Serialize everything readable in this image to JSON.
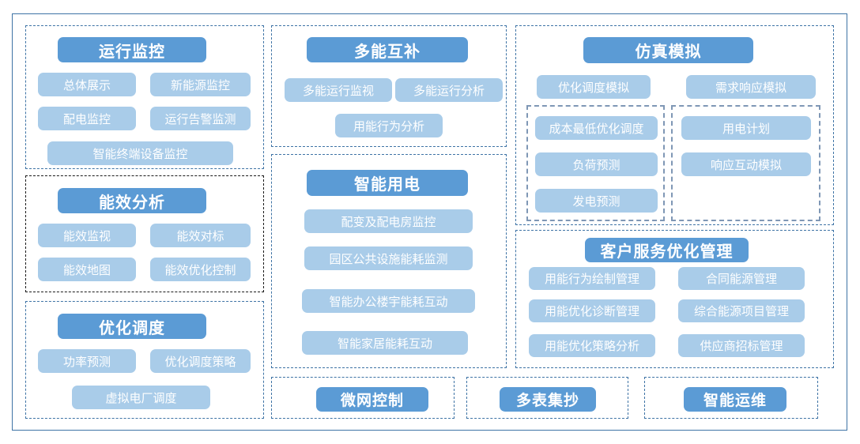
{
  "theme": {
    "header_color": "#5B9BD5",
    "item_color": "#A9CCE9",
    "panel_border_color": "#3E73A5",
    "dark_panel_border_color": "#1a1a1a",
    "subpanel_border_color": "#7F97B5",
    "text_color": "#ffffff",
    "background": "#ffffff"
  },
  "panels": {
    "operation_monitoring": {
      "title": "运行监控",
      "items": [
        "总体展示",
        "新能源监控",
        "配电监控",
        "运行告警监测",
        "智能终端设备监控"
      ]
    },
    "energy_efficiency_analysis": {
      "title": "能效分析",
      "items": [
        "能效监视",
        "能效对标",
        "能效地图",
        "能效优化控制"
      ]
    },
    "optimized_dispatch": {
      "title": "优化调度",
      "items": [
        "功率预测",
        "优化调度策略",
        "虚拟电厂调度"
      ]
    },
    "multi_energy_complementarity": {
      "title": "多能互补",
      "items": [
        "多能运行监视",
        "多能运行分析",
        "用能行为分析"
      ]
    },
    "smart_electricity": {
      "title": "智能用电",
      "items": [
        "配变及配电房监控",
        "园区公共设施能耗监测",
        "智能办公楼宇能耗互动",
        "智能家居能耗互动"
      ]
    },
    "simulation": {
      "title": "仿真模拟",
      "items": [
        "优化调度模拟",
        "需求响应模拟"
      ],
      "left_group": [
        "成本最低优化调度",
        "负荷预测",
        "发电预测"
      ],
      "right_group": [
        "用电计划",
        "响应互动模拟"
      ]
    },
    "customer_service_optimization": {
      "title": "客户服务优化管理",
      "left_items": [
        "用能行为绘制管理",
        "用能优化诊断管理",
        "用能优化策略分析"
      ],
      "right_items": [
        "合同能源管理",
        "综合能源项目管理",
        "供应商招标管理"
      ]
    },
    "microgrid_control": {
      "title": "微网控制"
    },
    "multi_meter_reading": {
      "title": "多表集抄"
    },
    "intelligent_operation": {
      "title": "智能运维"
    }
  }
}
